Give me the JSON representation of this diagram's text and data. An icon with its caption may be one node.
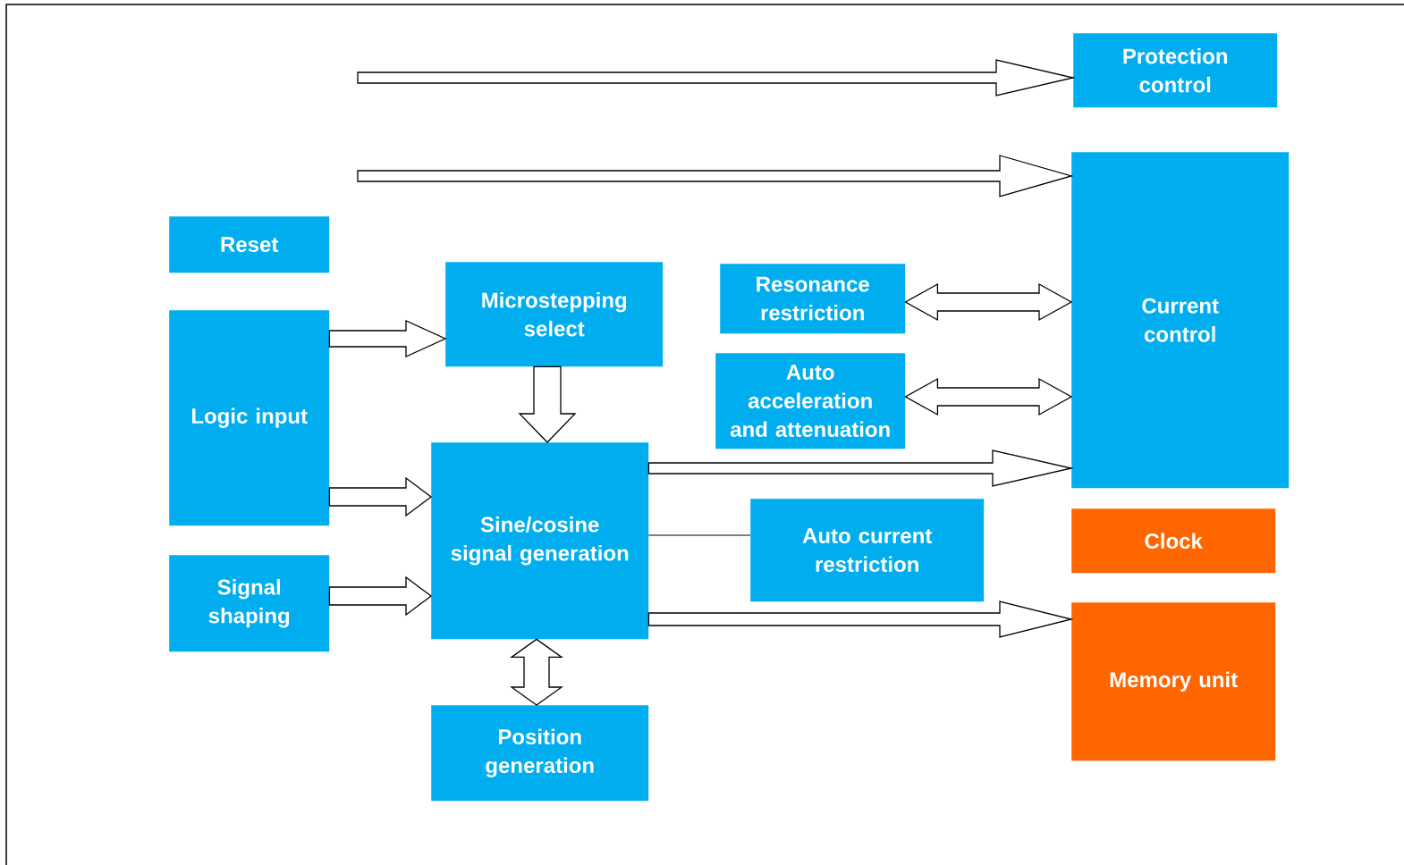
{
  "diagram": {
    "nodes": [
      {
        "text": [
          "Protection control"
        ]
      },
      {
        "text": [
          "Current control"
        ]
      },
      {
        "text": [
          "Reset"
        ]
      },
      {
        "text": [
          "Logic input"
        ]
      },
      {
        "text": [
          "Microstepping select"
        ]
      },
      {
        "text": [
          "Resonance restriction"
        ]
      },
      {
        "text": [
          "Auto acceleration and attenuation"
        ]
      },
      {
        "text": [
          "Sine/cosine signal generation"
        ]
      },
      {
        "text": [
          "Auto current restriction"
        ]
      },
      {
        "text": [
          "Clock"
        ]
      },
      {
        "text": [
          "Signal shaping"
        ]
      },
      {
        "text": [
          "Memory unit"
        ]
      },
      {
        "text": [
          "Position generation"
        ]
      }
    ],
    "edges": [
      {
        "from": null,
        "to": 0,
        "arrow": "to"
      },
      {
        "from": null,
        "to": 1,
        "arrow": "to"
      },
      {
        "from": 3,
        "to": 4,
        "arrow": "to"
      },
      {
        "from": 4,
        "to": 7,
        "arrow": "to"
      },
      {
        "from": 3,
        "to": 7,
        "arrow": "to"
      },
      {
        "from": 5,
        "to": 1,
        "arrow": "both"
      },
      {
        "from": 6,
        "to": 1,
        "arrow": "both"
      },
      {
        "from": 7,
        "to": 1,
        "arrow": "to"
      },
      {
        "from": 7,
        "to": 8,
        "arrow": "none"
      },
      {
        "from": 10,
        "to": 7,
        "arrow": "to"
      },
      {
        "from": 7,
        "to": 11,
        "arrow": "to"
      },
      {
        "from": 7,
        "to": 12,
        "arrow": "both"
      }
    ]
  }
}
